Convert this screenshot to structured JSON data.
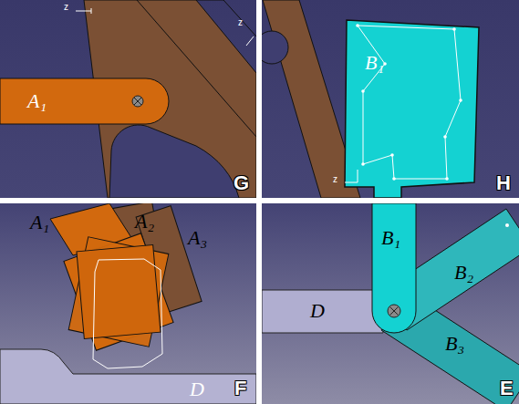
{
  "diagram": {
    "labels": [
      "A₁",
      "G",
      "z",
      "z",
      "B₁",
      "H",
      "z",
      "A₁",
      "A₂",
      "A₃",
      "D",
      "F",
      "B₁",
      "B₂",
      "B₃",
      "D",
      "E"
    ]
  }
}
